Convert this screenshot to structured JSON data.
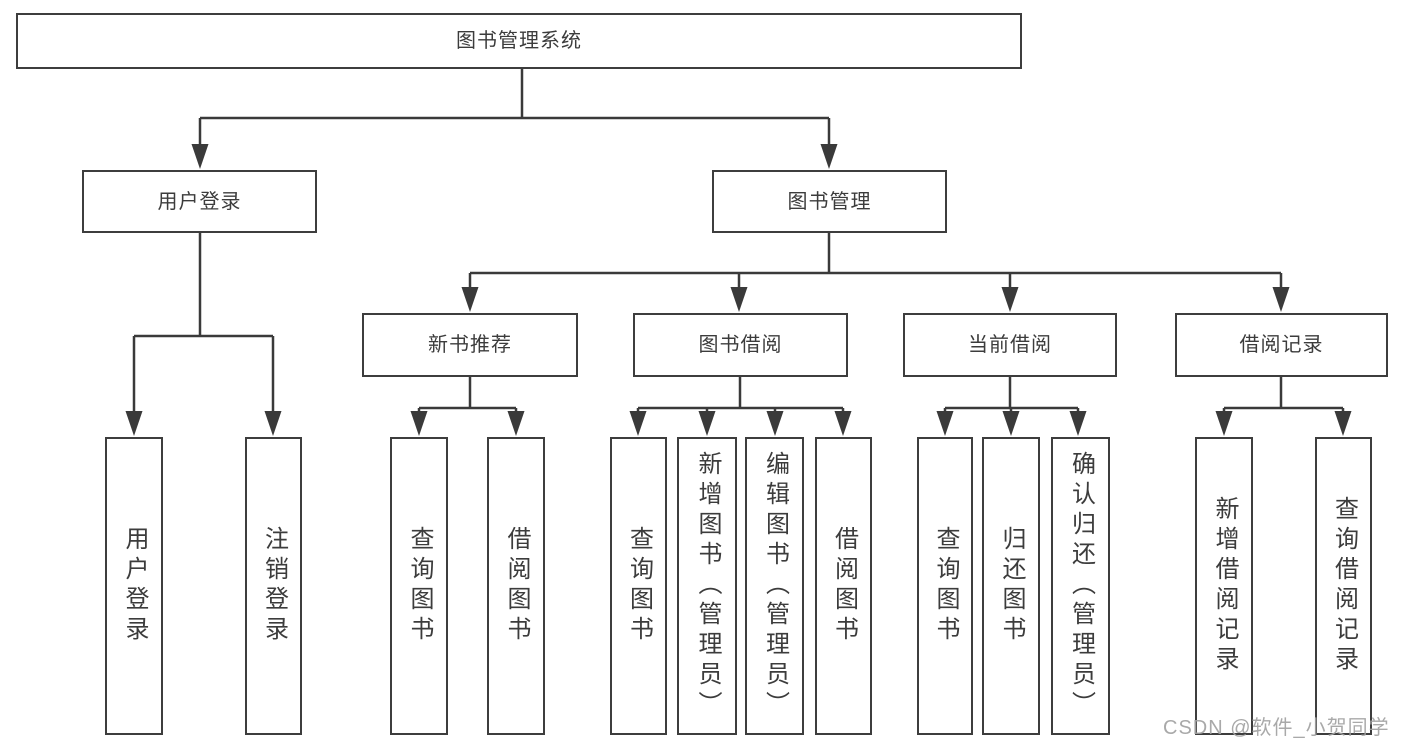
{
  "diagram_title": "图书管理系统",
  "tree": {
    "label": "图书管理系统",
    "children": [
      {
        "label": "用户登录",
        "children": [
          {
            "label": "用户登录"
          },
          {
            "label": "注销登录"
          }
        ]
      },
      {
        "label": "图书管理",
        "children": [
          {
            "label": "新书推荐",
            "children": [
              {
                "label": "查询图书"
              },
              {
                "label": "借阅图书"
              }
            ]
          },
          {
            "label": "图书借阅",
            "children": [
              {
                "label": "查询图书"
              },
              {
                "label": "新增图书（管理员）"
              },
              {
                "label": "编辑图书（管理员）"
              },
              {
                "label": "借阅图书"
              }
            ]
          },
          {
            "label": "当前借阅",
            "children": [
              {
                "label": "查询图书"
              },
              {
                "label": "归还图书"
              },
              {
                "label": "确认归还（管理员）"
              }
            ]
          },
          {
            "label": "借阅记录",
            "children": [
              {
                "label": "新增借阅记录"
              },
              {
                "label": "查询借阅记录"
              }
            ]
          }
        ]
      }
    ]
  },
  "watermark": {
    "text": "CSDN @软件_小贺同学"
  },
  "colors": {
    "background": "#ffffff",
    "box_border": "#3d3d3d",
    "line": "#3a3a3a",
    "text": "#3c3c3c",
    "watermark": "#a2a2a2"
  }
}
